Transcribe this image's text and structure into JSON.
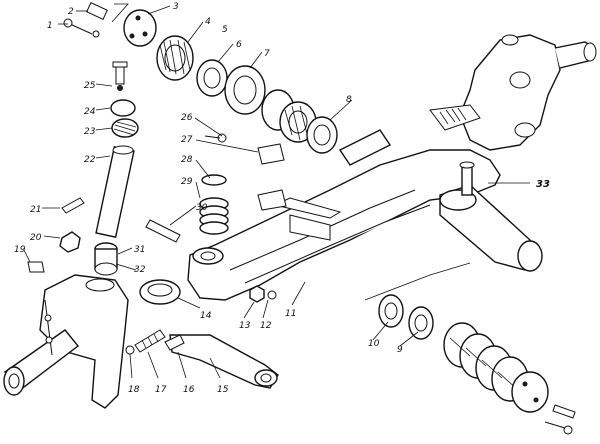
{
  "diagram": {
    "labels": {
      "l1": "1",
      "l2": "2",
      "l3": "3",
      "l4": "4",
      "l5": "5",
      "l6": "6",
      "l7": "7",
      "l8": "8",
      "l9": "9",
      "l10": "10",
      "l11": "11",
      "l12": "12",
      "l13": "13",
      "l14": "14",
      "l15": "15",
      "l16": "16",
      "l17": "17",
      "l18": "18",
      "l19": "19",
      "l20": "20",
      "l21": "21",
      "l22": "22",
      "l23": "23",
      "l24": "24",
      "l25": "25",
      "l26": "26",
      "l27": "27",
      "l28": "28",
      "l29": "29",
      "l30": "30",
      "l31": "31",
      "l32": "32",
      "l33": "33"
    }
  }
}
